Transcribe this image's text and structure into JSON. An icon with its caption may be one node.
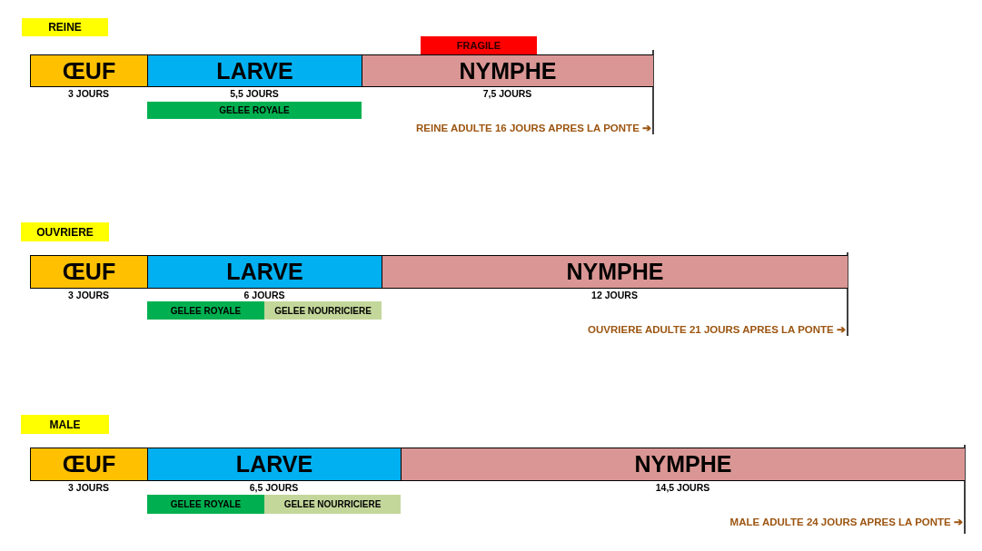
{
  "diagram": {
    "nodes": [
      {
        "text": [
          "REINE"
        ]
      },
      {
        "text": [
          "FRAGILE"
        ]
      },
      {
        "text": [
          "ŒUF"
        ],
        "beside": [
          "3 JOURS"
        ]
      },
      {
        "text": [
          "LARVE"
        ],
        "beside": [
          "5,5 JOURS"
        ]
      },
      {
        "text": [
          "NYMPHE"
        ],
        "beside": [
          "7,5 JOURS",
          "REINE ADULTE 16 JOURS APRES LA PONTE ➔"
        ]
      },
      {
        "text": [
          "GELEE ROYALE"
        ]
      },
      {
        "text": [
          "OUVRIERE"
        ]
      },
      {
        "text": [
          "ŒUF"
        ],
        "beside": [
          "3 JOURS"
        ]
      },
      {
        "text": [
          "LARVE"
        ],
        "beside": [
          "6 JOURS"
        ]
      },
      {
        "text": [
          "NYMPHE"
        ],
        "beside": [
          "12 JOURS",
          "OUVRIERE ADULTE 21 JOURS APRES LA PONTE ➔"
        ]
      },
      {
        "text": [
          "GELEE ROYALE"
        ]
      },
      {
        "text": [
          "GELEE NOURRICIERE"
        ]
      },
      {
        "text": [
          "MALE"
        ]
      },
      {
        "text": [
          "ŒUF"
        ],
        "beside": [
          "3 JOURS"
        ]
      },
      {
        "text": [
          "LARVE"
        ],
        "beside": [
          "6,5 JOURS"
        ]
      },
      {
        "text": [
          "NYMPHE"
        ],
        "beside": [
          "14,5 JOURS",
          "MALE ADULTE 24 JOURS APRES LA PONTE ➔"
        ]
      },
      {
        "text": [
          "GELEE ROYALE"
        ]
      },
      {
        "text": [
          "GELEE NOURRICIERE"
        ]
      }
    ]
  }
}
